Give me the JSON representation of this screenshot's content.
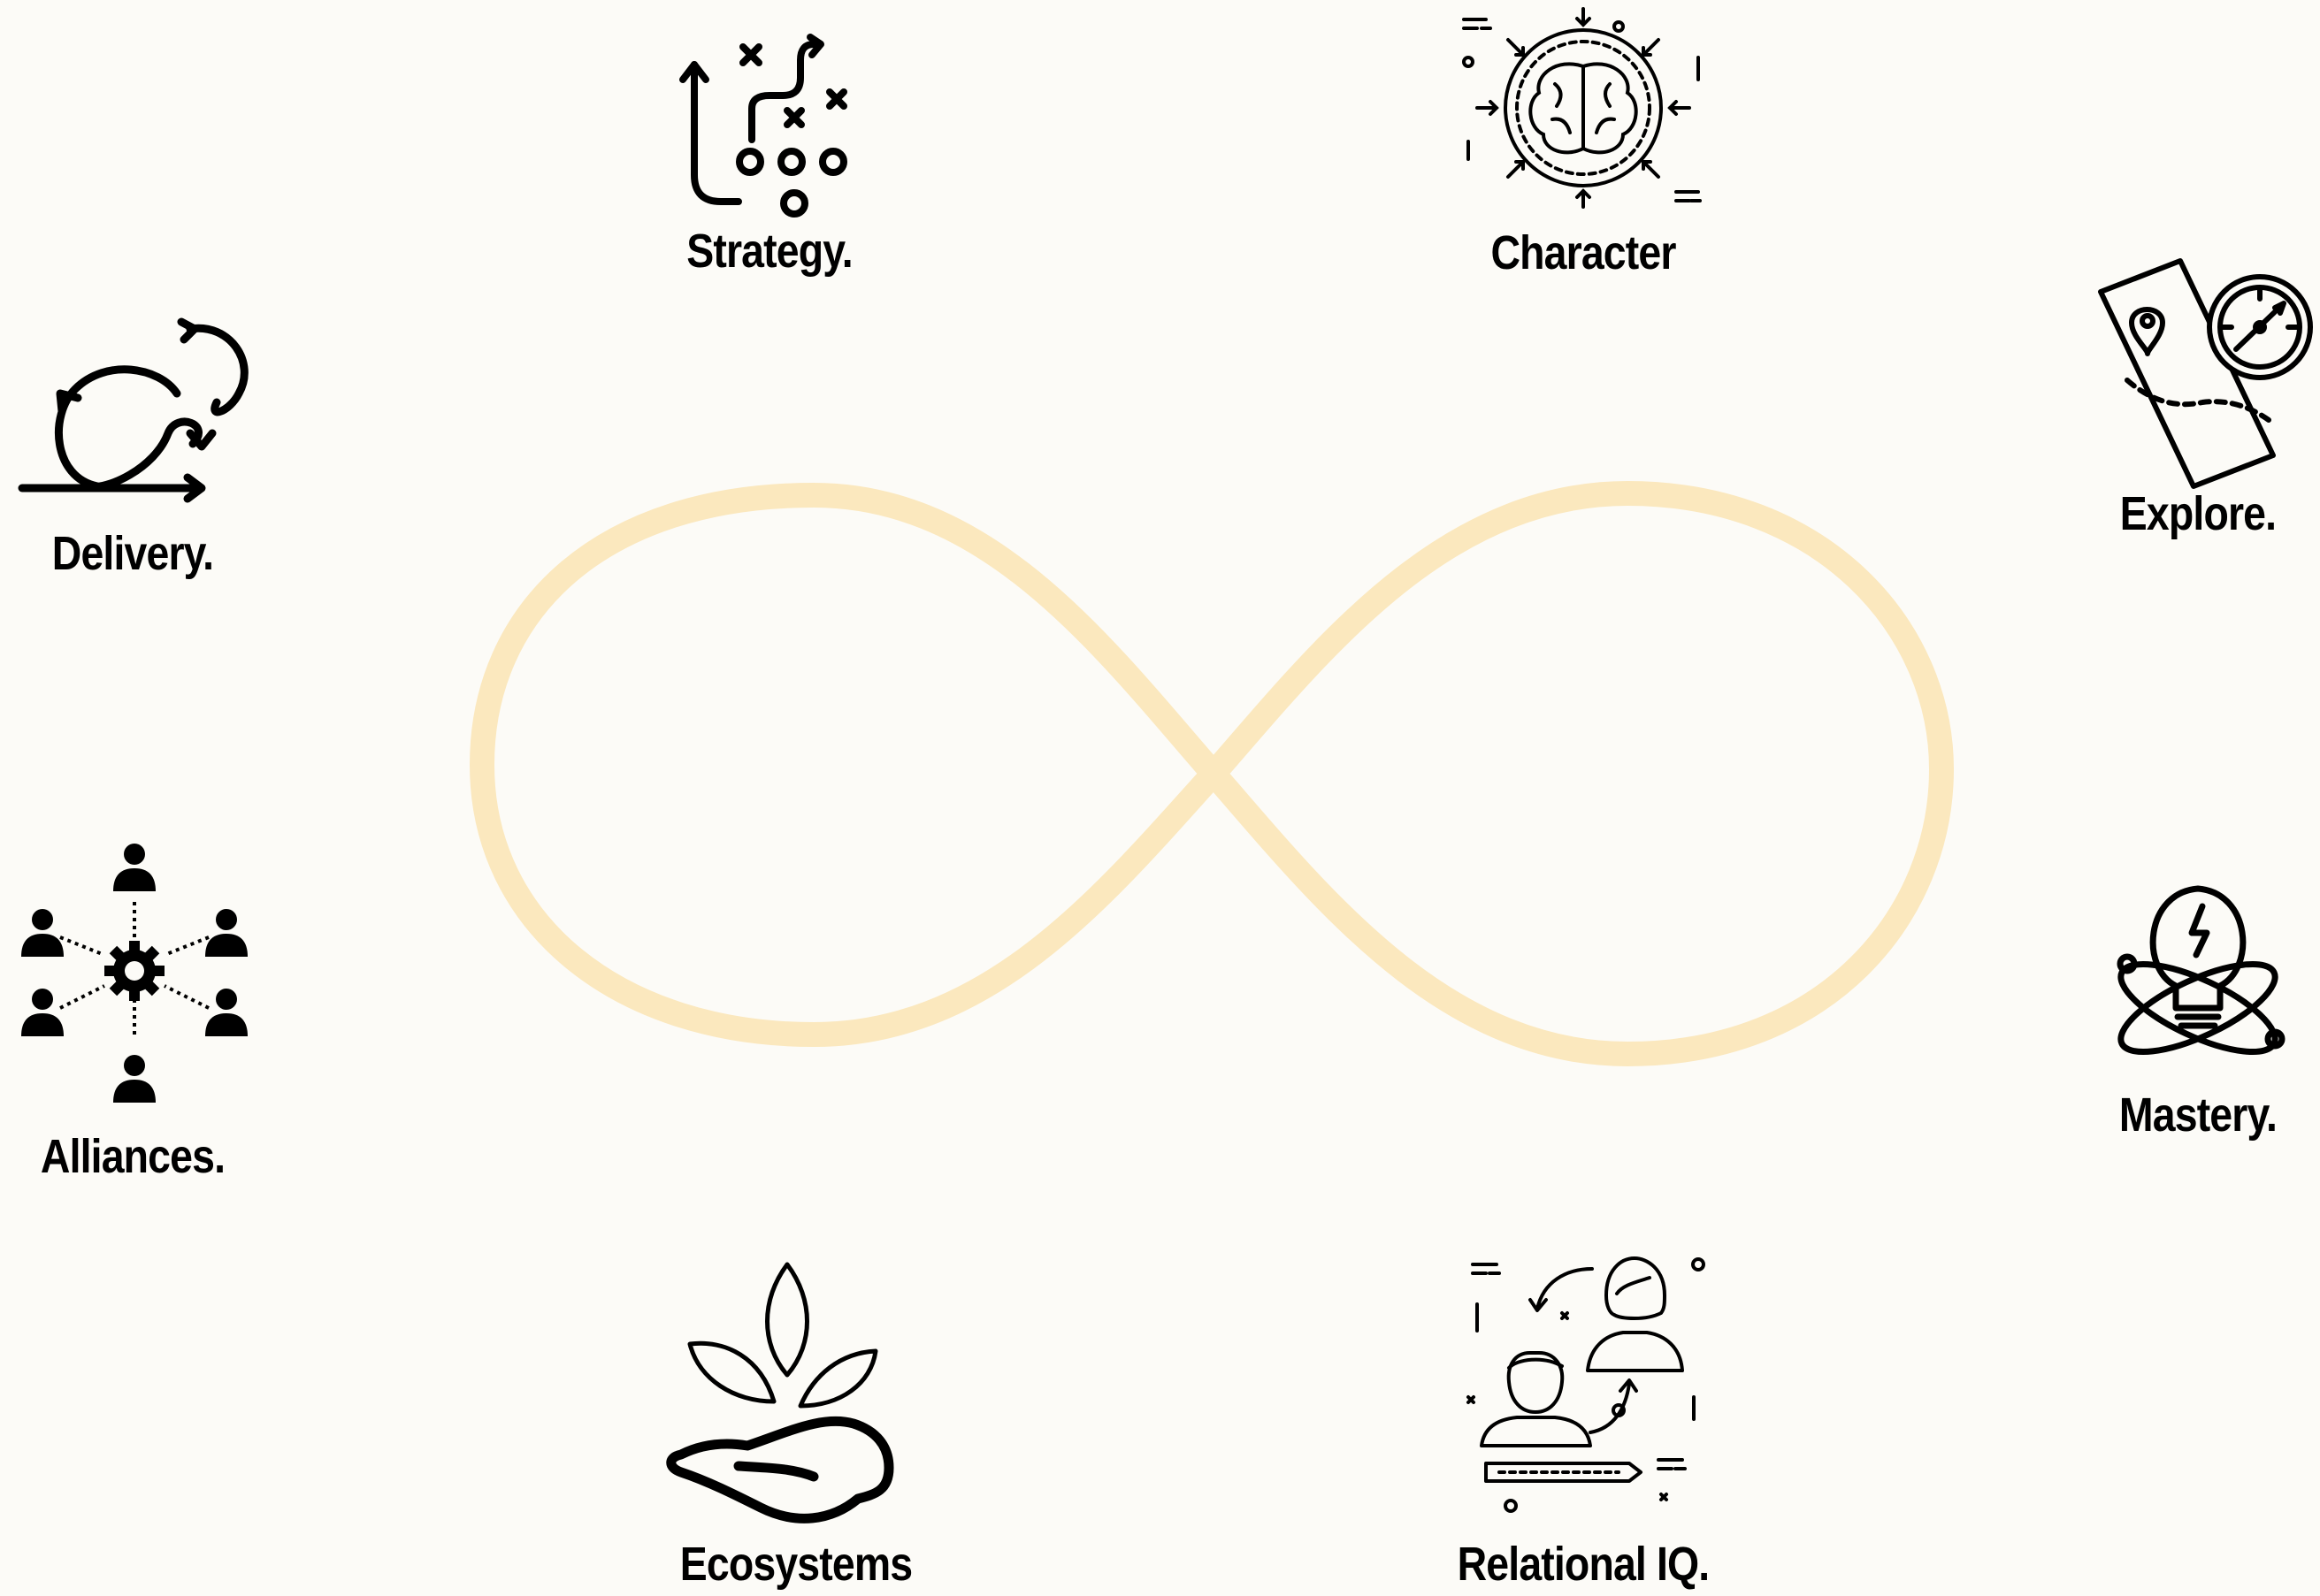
{
  "accent_color": "#FBE8BE",
  "icon_color": "#000000",
  "background_color": "#FCFBF7",
  "center_shape": "infinity-loop",
  "nodes": {
    "strategy": {
      "label": "Strategy.",
      "icon": "strategy-playbook-icon"
    },
    "character": {
      "label": "Character",
      "icon": "brain-icon"
    },
    "delivery": {
      "label": "Delivery.",
      "icon": "sprint-cycle-icon"
    },
    "explore": {
      "label": "Explore.",
      "icon": "map-compass-icon"
    },
    "alliances": {
      "label": "Alliances.",
      "icon": "network-people-icon"
    },
    "mastery": {
      "label": "Mastery.",
      "icon": "lightbulb-atom-icon"
    },
    "ecosystems": {
      "label": "Ecosystems",
      "icon": "hand-plant-icon"
    },
    "relational": {
      "label": "Relational IQ.",
      "icon": "conversation-people-icon"
    }
  }
}
